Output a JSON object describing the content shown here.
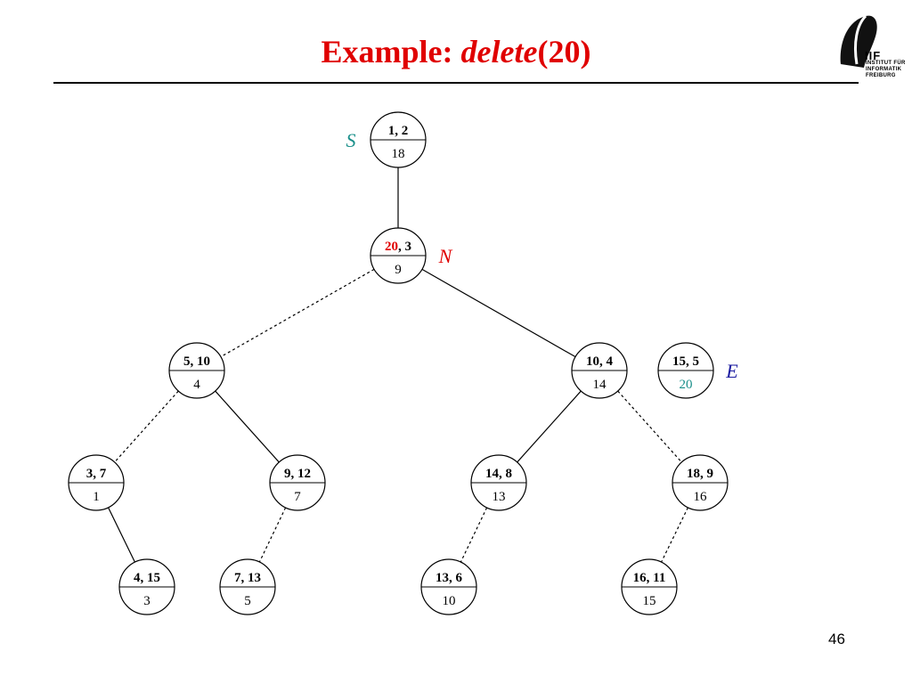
{
  "title": {
    "prefix": "Example: ",
    "func": "delete",
    "arg": "(20)"
  },
  "logo": {
    "abbr": "IIF",
    "line1": "INSTITUT FÜR",
    "line2": "INFORMATIK",
    "line3": "FREIBURG"
  },
  "page_number": "46",
  "colors": {
    "title": "#e00000",
    "pointer_s": "#1a8f8a",
    "pointer_n": "#e00000",
    "pointer_e": "#1a1aa0",
    "highlight_key": "#e00000",
    "highlight_prio": "#1a8f8a"
  },
  "pointers": [
    {
      "id": "S",
      "label": "S",
      "color_key": "pointer_s"
    },
    {
      "id": "N",
      "label": "N",
      "color_key": "pointer_n"
    },
    {
      "id": "E",
      "label": "E",
      "color_key": "pointer_e"
    }
  ],
  "nodes": [
    {
      "id": "n1_2",
      "key": "1",
      "second": "2",
      "prio": "18"
    },
    {
      "id": "n20_3",
      "key": "20",
      "second": "3",
      "prio": "9",
      "key_highlight": true
    },
    {
      "id": "n5_10",
      "key": "5",
      "second": "10",
      "prio": "4"
    },
    {
      "id": "n10_4",
      "key": "10",
      "second": "4",
      "prio": "14"
    },
    {
      "id": "n15_5",
      "key": "15",
      "second": "5",
      "prio": "20",
      "prio_highlight": true
    },
    {
      "id": "n3_7",
      "key": "3",
      "second": "7",
      "prio": "1"
    },
    {
      "id": "n9_12",
      "key": "9",
      "second": "12",
      "prio": "7"
    },
    {
      "id": "n14_8",
      "key": "14",
      "second": "8",
      "prio": "13"
    },
    {
      "id": "n18_9",
      "key": "18",
      "second": "9",
      "prio": "16"
    },
    {
      "id": "n4_15",
      "key": "4",
      "second": "15",
      "prio": "3"
    },
    {
      "id": "n7_13",
      "key": "7",
      "second": "13",
      "prio": "5"
    },
    {
      "id": "n13_6",
      "key": "13",
      "second": "6",
      "prio": "10"
    },
    {
      "id": "n16_11",
      "key": "16",
      "second": "11",
      "prio": "15"
    }
  ],
  "edges": [
    {
      "from": "n1_2",
      "to": "n20_3",
      "style": "solid"
    },
    {
      "from": "n20_3",
      "to": "n5_10",
      "style": "dashed"
    },
    {
      "from": "n20_3",
      "to": "n10_4",
      "style": "solid"
    },
    {
      "from": "n5_10",
      "to": "n3_7",
      "style": "dashed"
    },
    {
      "from": "n5_10",
      "to": "n9_12",
      "style": "solid"
    },
    {
      "from": "n10_4",
      "to": "n14_8",
      "style": "solid"
    },
    {
      "from": "n10_4",
      "to": "n18_9",
      "style": "dashed"
    },
    {
      "from": "n3_7",
      "to": "n4_15",
      "style": "solid"
    },
    {
      "from": "n9_12",
      "to": "n7_13",
      "style": "dashed"
    },
    {
      "from": "n14_8",
      "to": "n13_6",
      "style": "dashed"
    },
    {
      "from": "n18_9",
      "to": "n16_11",
      "style": "dashed"
    }
  ]
}
